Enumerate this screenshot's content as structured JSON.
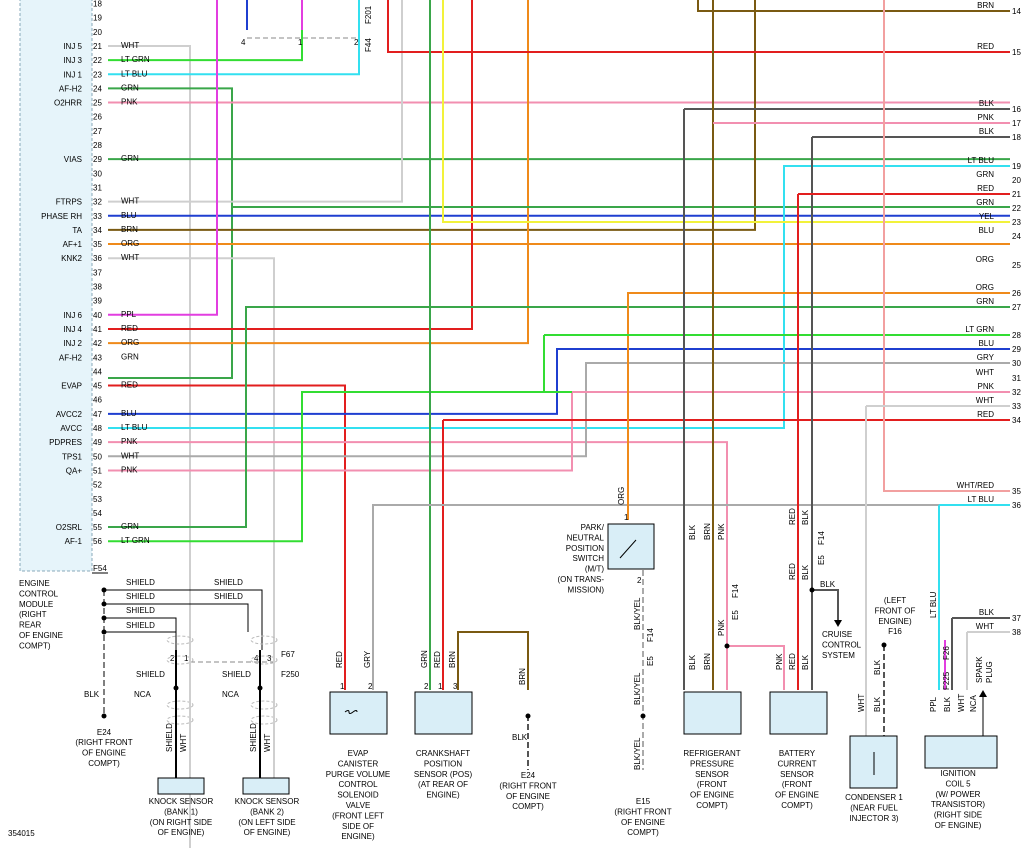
{
  "figure_id": "354015",
  "ecm": {
    "pins": [
      {
        "n": "18",
        "name": "",
        "wire": ""
      },
      {
        "n": "19",
        "name": "",
        "wire": ""
      },
      {
        "n": "20",
        "name": "",
        "wire": ""
      },
      {
        "n": "21",
        "name": "INJ 5",
        "wire": "WHT"
      },
      {
        "n": "22",
        "name": "INJ 3",
        "wire": "LT GRN"
      },
      {
        "n": "23",
        "name": "INJ 1",
        "wire": "LT BLU"
      },
      {
        "n": "24",
        "name": "AF-H2",
        "wire": "GRN"
      },
      {
        "n": "25",
        "name": "O2HRR",
        "wire": "PNK"
      },
      {
        "n": "26",
        "name": "",
        "wire": ""
      },
      {
        "n": "27",
        "name": "",
        "wire": ""
      },
      {
        "n": "28",
        "name": "",
        "wire": ""
      },
      {
        "n": "29",
        "name": "VIAS",
        "wire": "GRN"
      },
      {
        "n": "30",
        "name": "",
        "wire": ""
      },
      {
        "n": "31",
        "name": "",
        "wire": ""
      },
      {
        "n": "32",
        "name": "FTRPS",
        "wire": "WHT"
      },
      {
        "n": "33",
        "name": "PHASE RH",
        "wire": "BLU"
      },
      {
        "n": "34",
        "name": "TA",
        "wire": "BRN"
      },
      {
        "n": "35",
        "name": "AF+1",
        "wire": "ORG"
      },
      {
        "n": "36",
        "name": "KNK2",
        "wire": "WHT"
      },
      {
        "n": "37",
        "name": "",
        "wire": ""
      },
      {
        "n": "38",
        "name": "",
        "wire": ""
      },
      {
        "n": "39",
        "name": "",
        "wire": ""
      },
      {
        "n": "40",
        "name": "INJ 6",
        "wire": "PPL"
      },
      {
        "n": "41",
        "name": "INJ 4",
        "wire": "RED"
      },
      {
        "n": "42",
        "name": "INJ 2",
        "wire": "ORG"
      },
      {
        "n": "43",
        "name": "AF-H2",
        "wire": "GRN"
      },
      {
        "n": "44",
        "name": "",
        "wire": ""
      },
      {
        "n": "45",
        "name": "EVAP",
        "wire": "RED"
      },
      {
        "n": "46",
        "name": "",
        "wire": ""
      },
      {
        "n": "47",
        "name": "AVCC2",
        "wire": "BLU"
      },
      {
        "n": "48",
        "name": "AVCC",
        "wire": "LT BLU"
      },
      {
        "n": "49",
        "name": "PDPRES",
        "wire": "PNK"
      },
      {
        "n": "50",
        "name": "TPS1",
        "wire": "WHT"
      },
      {
        "n": "51",
        "name": "QA+",
        "wire": "PNK"
      },
      {
        "n": "52",
        "name": "",
        "wire": ""
      },
      {
        "n": "53",
        "name": "",
        "wire": ""
      },
      {
        "n": "54",
        "name": "",
        "wire": ""
      },
      {
        "n": "55",
        "name": "O2SRL",
        "wire": "GRN"
      },
      {
        "n": "56",
        "name": "AF-1",
        "wire": "LT GRN"
      }
    ],
    "connector": "F54",
    "label": [
      "ENGINE",
      "CONTROL",
      "MODULE",
      "(RIGHT",
      "REAR",
      "OF ENGINE",
      "COMPT)"
    ]
  },
  "right_lines": [
    {
      "n": "14",
      "color": "BRN"
    },
    {
      "n": "15",
      "color": "RED"
    },
    {
      "n": "16",
      "color": "BLK"
    },
    {
      "n": "17",
      "color": "PNK"
    },
    {
      "n": "18",
      "color": "BLK"
    },
    {
      "n": "19",
      "color": "LT BLU"
    },
    {
      "n": "20",
      "color": "GRN"
    },
    {
      "n": "21",
      "color": "RED"
    },
    {
      "n": "22",
      "color": "GRN"
    },
    {
      "n": "23",
      "color": "YEL"
    },
    {
      "n": "24",
      "color": "BLU"
    },
    {
      "n": "25",
      "color": "ORG"
    },
    {
      "n": "26",
      "color": "ORG"
    },
    {
      "n": "27",
      "color": "GRN"
    },
    {
      "n": "28",
      "color": "LT GRN"
    },
    {
      "n": "29",
      "color": "BLU"
    },
    {
      "n": "30",
      "color": "GRY"
    },
    {
      "n": "31",
      "color": "WHT"
    },
    {
      "n": "32",
      "color": "PNK"
    },
    {
      "n": "33",
      "color": "WHT"
    },
    {
      "n": "34",
      "color": "RED"
    },
    {
      "n": "35",
      "color": "WHT/RED"
    },
    {
      "n": "36",
      "color": "LT BLU"
    },
    {
      "n": "37",
      "color": "BLK"
    },
    {
      "n": "38",
      "color": "WHT"
    }
  ],
  "wire_colors": {
    "WHT": "#cfcfcf",
    "LT GRN": "#33dd33",
    "LT BLU": "#33e0f0",
    "GRN": "#3aa64a",
    "PNK": "#f28fb0",
    "BLU": "#1f3fd0",
    "BRN": "#7a5a12",
    "ORG": "#ef8a1a",
    "PPL": "#e23ee0",
    "RED": "#e21e1e",
    "YEL": "#f2f23a",
    "GRY": "#aaaaaa",
    "BLK": "#555555",
    "WHT/RED": "#f2a0a0"
  },
  "top_connectors": {
    "f201": "F201",
    "f44": "F44",
    "pin4": "4",
    "pin1": "1",
    "pin2": "2"
  },
  "shield": {
    "label": "SHIELD",
    "nca": "NCA",
    "blk": "BLK",
    "f67": "F67",
    "f250": "F250",
    "ground": "E24",
    "ground_label": [
      "(RIGHT FRONT",
      "OF ENGINE",
      "COMPT)"
    ]
  },
  "components": [
    {
      "id": "knock1",
      "label": [
        "KNOCK SENSOR",
        "(BANK 1)",
        "(ON RIGHT SIDE",
        "OF ENGINE)"
      ],
      "wires": [
        "SHIELD",
        "WHT"
      ]
    },
    {
      "id": "knock2",
      "label": [
        "KNOCK SENSOR",
        "(BANK 2)",
        "(ON LEFT SIDE",
        "OF ENGINE)"
      ],
      "wires": [
        "SHIELD",
        "WHT"
      ]
    },
    {
      "id": "evap",
      "label": [
        "EVAP",
        "CANISTER",
        "PURGE VOLUME",
        "CONTROL",
        "SOLENOID",
        "VALVE",
        "(FRONT LEFT",
        "SIDE OF",
        "ENGINE)"
      ],
      "wires": [
        "RED",
        "GRY"
      ]
    },
    {
      "id": "crank",
      "label": [
        "CRANKSHAFT",
        "POSITION",
        "SENSOR (POS)",
        "(AT REAR OF",
        "ENGINE)"
      ],
      "wires": [
        "GRN",
        "RED",
        "BRN"
      ]
    },
    {
      "id": "e24b",
      "label": [
        "E24",
        "(RIGHT FRONT",
        "OF ENGINE",
        "COMPT)"
      ],
      "wires": [
        "BRN",
        "BLK"
      ]
    },
    {
      "id": "pnp",
      "label": [
        "PARK/",
        "NEUTRAL",
        "POSITION",
        "SWITCH",
        "(M/T)",
        "(ON TRANS-",
        "MISSION)"
      ],
      "wires": [
        "ORG",
        "BLK/YEL",
        "BLK/YEL",
        "BLK/YEL"
      ],
      "conn": [
        "F14",
        "E5"
      ]
    },
    {
      "id": "e15",
      "label": [
        "E15",
        "(RIGHT FRONT",
        "OF ENGINE",
        "COMPT)"
      ]
    },
    {
      "id": "refrig",
      "label": [
        "REFRIGERANT",
        "PRESSURE",
        "SENSOR",
        "(FRONT",
        "OF ENGINE",
        "COMPT)"
      ],
      "wires": [
        "BLK",
        "BRN",
        "PNK"
      ],
      "conn": [
        "F14",
        "E5"
      ]
    },
    {
      "id": "battery",
      "label": [
        "BATTERY",
        "CURRENT",
        "SENSOR",
        "(FRONT",
        "OF ENGINE",
        "COMPT)"
      ],
      "wires": [
        "PNK",
        "RED",
        "BLK"
      ],
      "conn": [
        "F14",
        "E5"
      ]
    },
    {
      "id": "cruise",
      "label": [
        "CRUISE",
        "CONTROL",
        "SYSTEM"
      ],
      "wires": [
        "BLK"
      ]
    },
    {
      "id": "condenser",
      "label": [
        "CONDENSER 1",
        "(NEAR FUEL",
        "INJECTOR 3)"
      ],
      "wires": [
        "WHT",
        "BLK"
      ],
      "conn": [
        "(LEFT",
        "FRONT OF",
        "ENGINE)",
        "F16"
      ]
    },
    {
      "id": "ignition",
      "label": [
        "IGNITION",
        "COIL 5",
        "(W/ POWER",
        "TRANSISTOR)",
        "(RIGHT SIDE",
        "OF ENGINE)"
      ],
      "wires": [
        "LT BLU",
        "PPL",
        "WHT",
        "BLK",
        "NCA"
      ],
      "conn": [
        "F26",
        "F225"
      ],
      "plug": [
        "SPARK",
        "PLUG"
      ]
    }
  ]
}
